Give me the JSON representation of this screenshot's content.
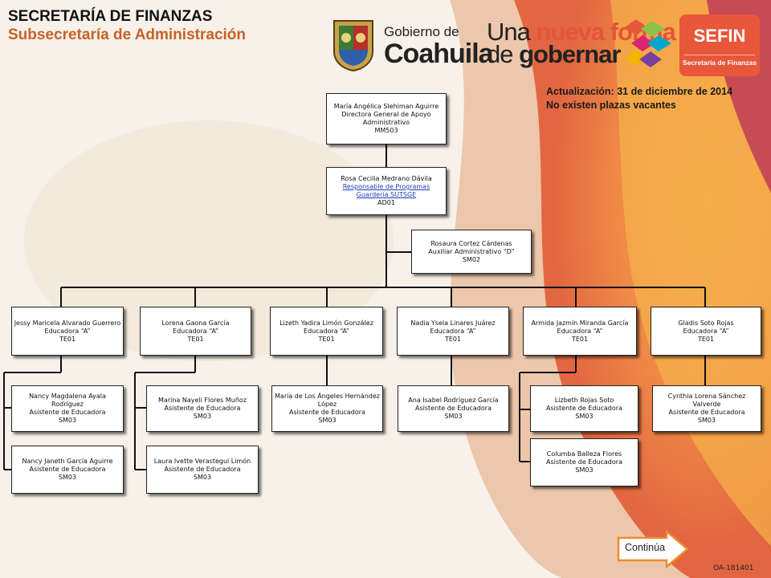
{
  "header": {
    "title": "SECRETARÍA DE FINANZAS",
    "subtitle": "Subsecretaría de Administración"
  },
  "logos": {
    "gob_small": "Gobierno de",
    "gob_big": "Coahuila",
    "lema_a": "Una",
    "lema_b": "nueva forma",
    "lema_c": "de",
    "lema_d": "gobernar",
    "sefin_title": "SEFIN",
    "sefin_sub": "Secretaría de Finanzas"
  },
  "update": {
    "line1": "Actualización: 31  de diciembre de 2014",
    "line2": "No existen plazas vacantes"
  },
  "org": {
    "director": {
      "name": "María Angélica  Slehiman Aguirre",
      "role": "Directora General de Apoyo Administrativo",
      "code": "MM503"
    },
    "responsable": {
      "name": "Rosa Cecilia Medrano Dávila",
      "role1": "Responsable de Programas",
      "role2": "Guardería SUTSGE",
      "code": "AD01"
    },
    "auxiliar": {
      "name": "Rosaura Cortez Cárdenas",
      "role": "Auxiliar Administrativo “D”",
      "code": "SM02"
    },
    "educadoras": [
      {
        "name": "Jessy Maricela Alvarado Guerrero",
        "role": "Educadora “A”",
        "code": "TE01"
      },
      {
        "name": "Lorena Gaona García",
        "role": "Educadora “A”",
        "code": "TE01"
      },
      {
        "name": "Lizeth Yadira Limón González",
        "role": "Educadora “A”",
        "code": "TE01"
      },
      {
        "name": "Nadia Ysela Linares Juárez",
        "role": "Educadora “A”",
        "code": "TE01"
      },
      {
        "name": "Armida Jazmín Miranda García",
        "role": "Educadora “A”",
        "code": "TE01"
      },
      {
        "name": "Gladis Soto Rojas",
        "role": "Educadora “A”",
        "code": "TE01"
      }
    ],
    "asistentes": [
      {
        "name": "Nancy Magdalena Ayala Rodríguez",
        "role": "Asistente de Educadora",
        "code": "SM03"
      },
      {
        "name": "Nancy Janeth García Aguirre",
        "role": "Asistente de Educadora",
        "code": "SM03"
      },
      {
        "name": "Marina Nayeli Flores Muñoz",
        "role": "Asistente de Educadora",
        "code": "SM03"
      },
      {
        "name": "Laura Ivette Verastegui Limón",
        "role": "Asistente de Educadora",
        "code": "SM03"
      },
      {
        "name": "María de Los Ángeles Hernández López",
        "role": "Asistente de Educadora",
        "code": "SM03"
      },
      {
        "name": "Ana Isabel Rodríguez García",
        "role": "Asistente de Educadora",
        "code": "SM03"
      },
      {
        "name": "Lizbeth Rojas Soto",
        "role": "Asistente de Educadora",
        "code": "SM03"
      },
      {
        "name": "Columba Balleza Flores",
        "role": "Asistente de Educadora",
        "code": "SM03"
      },
      {
        "name": "Cynthia Lorena Sánchez Valverde",
        "role": "Asistente de Educadora",
        "code": "SM03"
      }
    ]
  },
  "footer": {
    "continue_label": "Continúa",
    "code": "OA-181401"
  },
  "colors": {
    "accent": "#c4622a",
    "orange": "#ef8a2e",
    "sefin": "#e8573a"
  }
}
